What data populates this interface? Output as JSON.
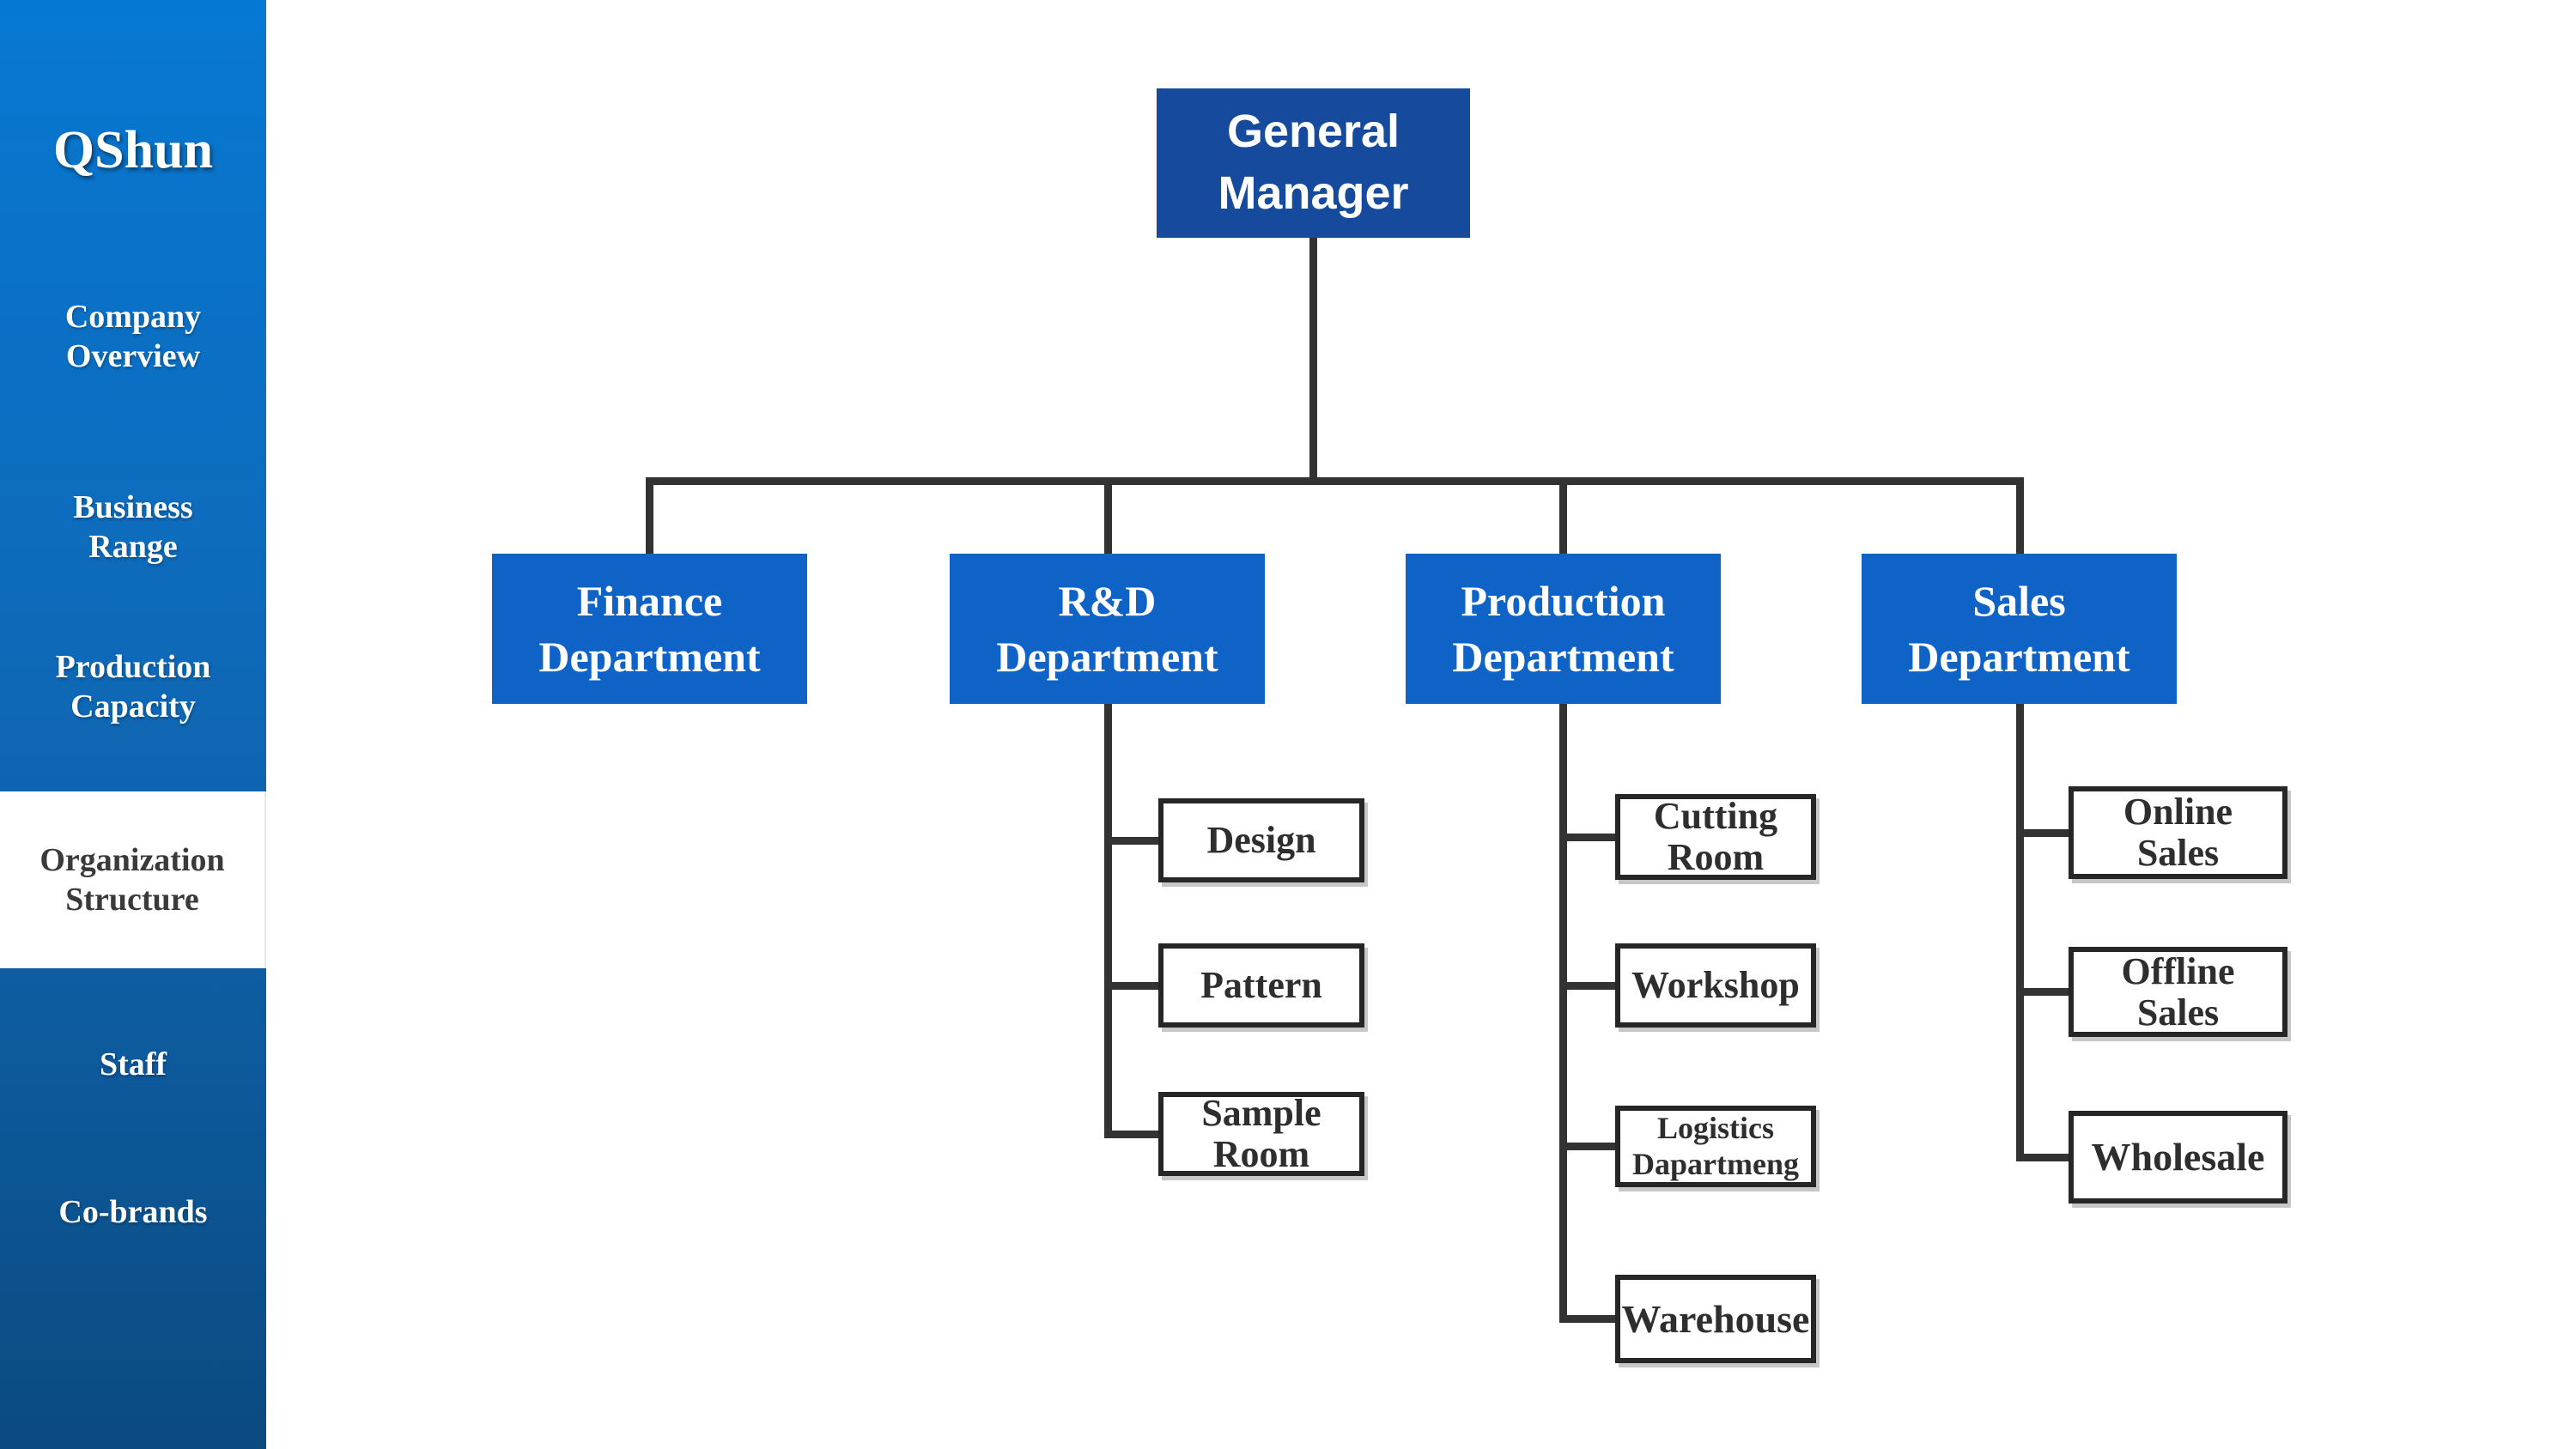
{
  "sidebar": {
    "logo": "QShun",
    "items": [
      {
        "id": "company-overview",
        "label": "Company\nOverview",
        "active": false
      },
      {
        "id": "business-range",
        "label": "Business\nRange",
        "active": false
      },
      {
        "id": "production-capacity",
        "label": "Production\nCapacity",
        "active": false
      },
      {
        "id": "organization-structure",
        "label": "Organization\nStructure",
        "active": true
      },
      {
        "id": "staff",
        "label": "Staff",
        "active": false
      },
      {
        "id": "co-brands",
        "label": "Co-brands",
        "active": false
      }
    ]
  },
  "org_chart": {
    "root": {
      "label": "General\nManager"
    },
    "departments": [
      {
        "label": "Finance\nDepartment",
        "children": []
      },
      {
        "label": "R&D\nDepartment",
        "children": [
          "Design",
          "Pattern",
          "Sample\nRoom"
        ]
      },
      {
        "label": "Production\nDepartment",
        "children": [
          "Cutting\nRoom",
          "Workshop",
          "Logistics\nDapartmeng",
          "Warehouse"
        ]
      },
      {
        "label": "Sales\nDepartment",
        "children": [
          "Online\nSales",
          "Offline\nSales",
          "Wholesale"
        ]
      }
    ]
  },
  "colors": {
    "sidebar_top": "#0778d2",
    "sidebar_bottom": "#0b4a80",
    "active_item_bg": "#ffffff",
    "active_item_text": "#3a3a3a",
    "root_node_bg": "#164a9c",
    "dept_node_bg": "#1063c6",
    "child_node_border": "#262626",
    "child_node_text": "#2e2e2e",
    "connector": "#333333"
  }
}
